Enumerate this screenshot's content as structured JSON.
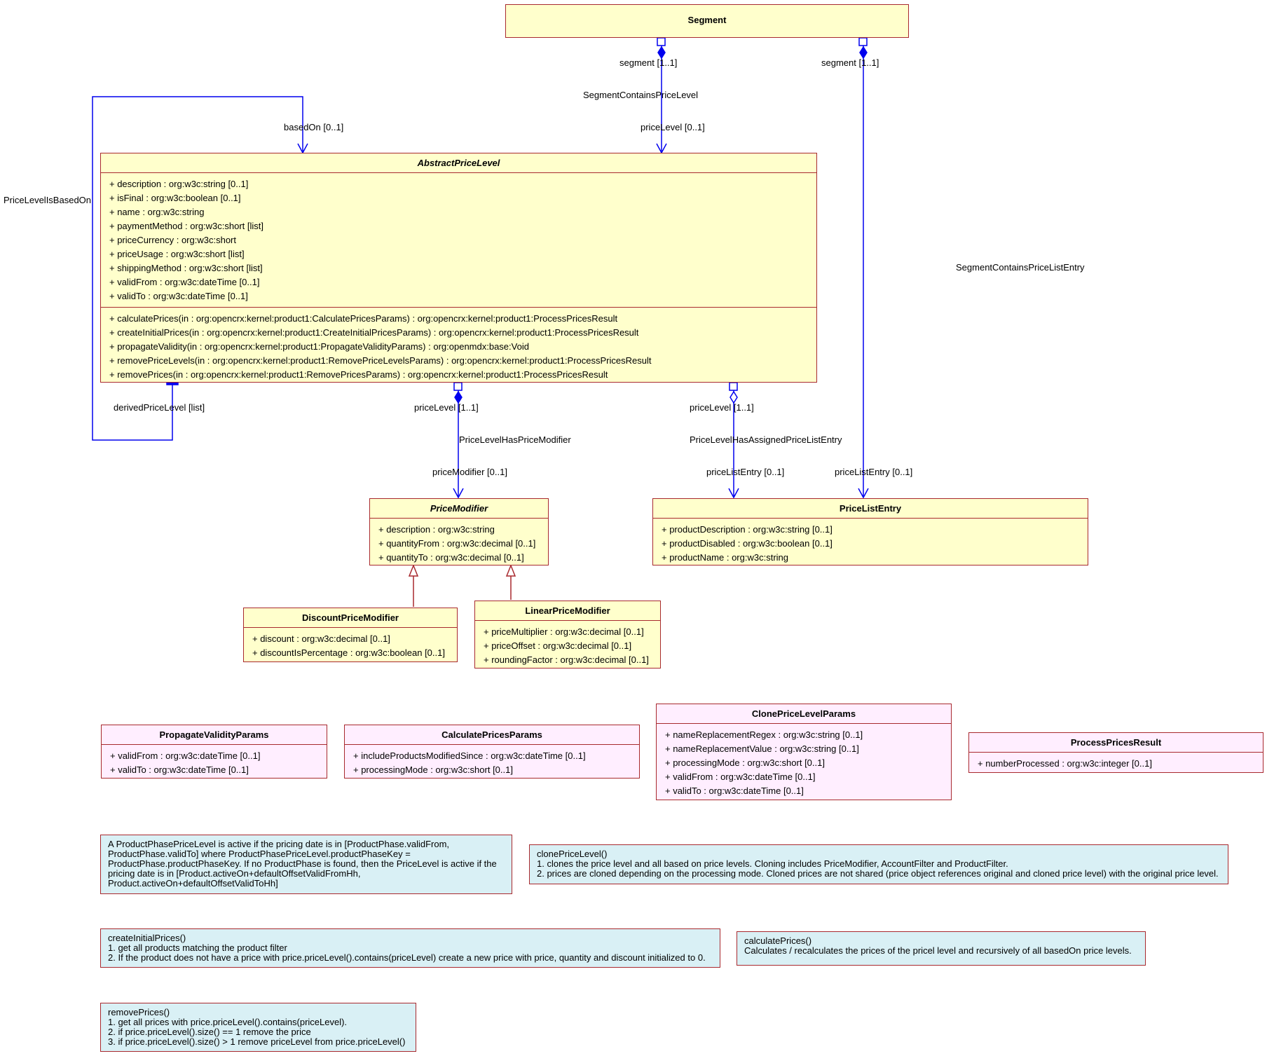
{
  "classes": {
    "segment": {
      "name": "Segment"
    },
    "abstract_price_level": {
      "name": "AbstractPriceLevel",
      "attributes": [
        "+ description : org:w3c:string [0..1]",
        "+ isFinal : org:w3c:boolean [0..1]",
        "+ name : org:w3c:string",
        "+ paymentMethod : org:w3c:short [list]",
        "+ priceCurrency : org:w3c:short",
        "+ priceUsage : org:w3c:short [list]",
        "+ shippingMethod : org:w3c:short [list]",
        "+ validFrom : org:w3c:dateTime [0..1]",
        "+ validTo : org:w3c:dateTime [0..1]"
      ],
      "operations": [
        "+ calculatePrices(in : org:opencrx:kernel:product1:CalculatePricesParams) : org:opencrx:kernel:product1:ProcessPricesResult",
        "+ createInitialPrices(in : org:opencrx:kernel:product1:CreateInitialPricesParams) : org:opencrx:kernel:product1:ProcessPricesResult",
        "+ propagateValidity(in : org:opencrx:kernel:product1:PropagateValidityParams) : org:openmdx:base:Void",
        "+ removePriceLevels(in : org:opencrx:kernel:product1:RemovePriceLevelsParams) : org:opencrx:kernel:product1:ProcessPricesResult",
        "+ removePrices(in : org:opencrx:kernel:product1:RemovePricesParams) : org:opencrx:kernel:product1:ProcessPricesResult"
      ]
    },
    "price_modifier": {
      "name": "PriceModifier",
      "attributes": [
        "+ description : org:w3c:string",
        "+ quantityFrom : org:w3c:decimal [0..1]",
        "+ quantityTo : org:w3c:decimal [0..1]"
      ]
    },
    "price_list_entry": {
      "name": "PriceListEntry",
      "attributes": [
        "+ productDescription : org:w3c:string [0..1]",
        "+ productDisabled : org:w3c:boolean [0..1]",
        "+ productName : org:w3c:string"
      ]
    },
    "discount_price_modifier": {
      "name": "DiscountPriceModifier",
      "attributes": [
        "+ discount : org:w3c:decimal [0..1]",
        "+ discountIsPercentage : org:w3c:boolean [0..1]"
      ]
    },
    "linear_price_modifier": {
      "name": "LinearPriceModifier",
      "attributes": [
        "+ priceMultiplier : org:w3c:decimal [0..1]",
        "+ priceOffset : org:w3c:decimal [0..1]",
        "+ roundingFactor : org:w3c:decimal [0..1]"
      ]
    },
    "propagate_validity_params": {
      "name": "PropagateValidityParams",
      "attributes": [
        "+ validFrom : org:w3c:dateTime [0..1]",
        "+ validTo : org:w3c:dateTime [0..1]"
      ]
    },
    "calculate_prices_params": {
      "name": "CalculatePricesParams",
      "attributes": [
        "+ includeProductsModifiedSince : org:w3c:dateTime [0..1]",
        "+ processingMode : org:w3c:short [0..1]"
      ]
    },
    "clone_price_level_params": {
      "name": "ClonePriceLevelParams",
      "attributes": [
        "+ nameReplacementRegex : org:w3c:string [0..1]",
        "+ nameReplacementValue : org:w3c:string [0..1]",
        "+ processingMode : org:w3c:short [0..1]",
        "+ validFrom : org:w3c:dateTime [0..1]",
        "+ validTo : org:w3c:dateTime [0..1]"
      ]
    },
    "process_prices_result": {
      "name": "ProcessPricesResult",
      "attributes": [
        "+ numberProcessed : org:w3c:integer [0..1]"
      ]
    }
  },
  "associations": {
    "segment_contains_price_level": {
      "name": "SegmentContainsPriceLevel",
      "end_a": "segment [1..1]",
      "end_b": "priceLevel [0..1]"
    },
    "segment_contains_price_list_entry": {
      "name": "SegmentContainsPriceListEntry",
      "end_a": "segment [1..1]",
      "end_b": "priceListEntry [0..1]"
    },
    "price_level_is_based_on": {
      "name": "PriceLevelIsBasedOn",
      "end_a": "basedOn [0..1]",
      "end_b": "derivedPriceLevel [list]"
    },
    "price_level_has_price_modifier": {
      "name": "PriceLevelHasPriceModifier",
      "end_a": "priceLevel [1..1]",
      "end_b": "priceModifier [0..1]"
    },
    "price_level_has_assigned_price_list_entry": {
      "name": "PriceLevelHasAssignedPriceListEntry",
      "end_a": "priceLevel [1..1]",
      "end_b": "priceListEntry [0..1]"
    }
  },
  "notes": {
    "product_phase": [
      "A ProductPhasePriceLevel is active if the pricing date is in [ProductPhase.validFrom,",
      "ProductPhase.validTo] where ProductPhasePriceLevel.productPhaseKey =",
      "ProductPhase.productPhaseKey. If no ProductPhase is found, then the PriceLevel is active if the",
      "pricing date is in [Product.activeOn+defaultOffsetValidFromHh,",
      "Product.activeOn+defaultOffsetValidToHh]"
    ],
    "clone_price_level": [
      "clonePriceLevel()",
      "1. clones the price level and all based on price levels. Cloning includes PriceModifier, AccountFilter and ProductFilter.",
      "2. prices are cloned depending on the processing mode. Cloned prices are not shared (price object references original and cloned price level) with the original price level."
    ],
    "create_initial_prices": [
      "createInitialPrices()",
      "1. get all products matching the product filter",
      "2. If the product does not have a price with price.priceLevel().contains(priceLevel) create a new price with price, quantity and discount initialized to 0."
    ],
    "calculate_prices": [
      "calculatePrices()",
      "Calculates / recalculates the prices of the pricel level and recursively of all basedOn price levels."
    ],
    "remove_prices": [
      "removePrices()",
      "1. get all prices with price.priceLevel().contains(priceLevel).",
      "2. if price.priceLevel().size() == 1 remove the price",
      "3. if price.priceLevel().size() > 1 remove priceLevel from price.priceLevel()"
    ]
  },
  "colors": {
    "class_fill": "#ffffcc",
    "param_fill": "#ffeeff",
    "note_fill": "#d9f0f5",
    "border": "#a8292e",
    "association": "#0000ee"
  }
}
